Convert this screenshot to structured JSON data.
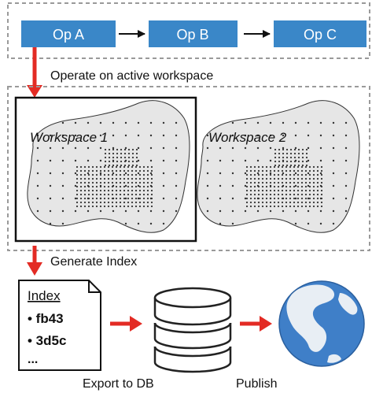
{
  "pipeline": {
    "ops": [
      {
        "label": "Op A"
      },
      {
        "label": "Op B"
      },
      {
        "label": "Op C"
      }
    ]
  },
  "steps": {
    "operate_caption": "Operate on active workspace",
    "generate_caption": "Generate Index"
  },
  "workspaces": [
    {
      "title": "Workspace 1",
      "active": true
    },
    {
      "title": "Workspace 2",
      "active": false
    }
  ],
  "index_doc": {
    "title": "Index",
    "items": [
      "• fb43",
      "• 3d5c"
    ],
    "more": "..."
  },
  "outputs": {
    "export_caption": "Export to DB",
    "publish_caption": "Publish"
  },
  "colors": {
    "op_box": "#3a87c8",
    "arrow_red": "#e32b24",
    "dashed_border": "#9a9a9a",
    "blob_fill": "#e6e6e6",
    "globe_ocean": "#3f7fc8",
    "globe_land": "#e8eef4"
  },
  "icons": {
    "database": "database-icon",
    "globe": "globe-icon",
    "document": "document-icon"
  }
}
